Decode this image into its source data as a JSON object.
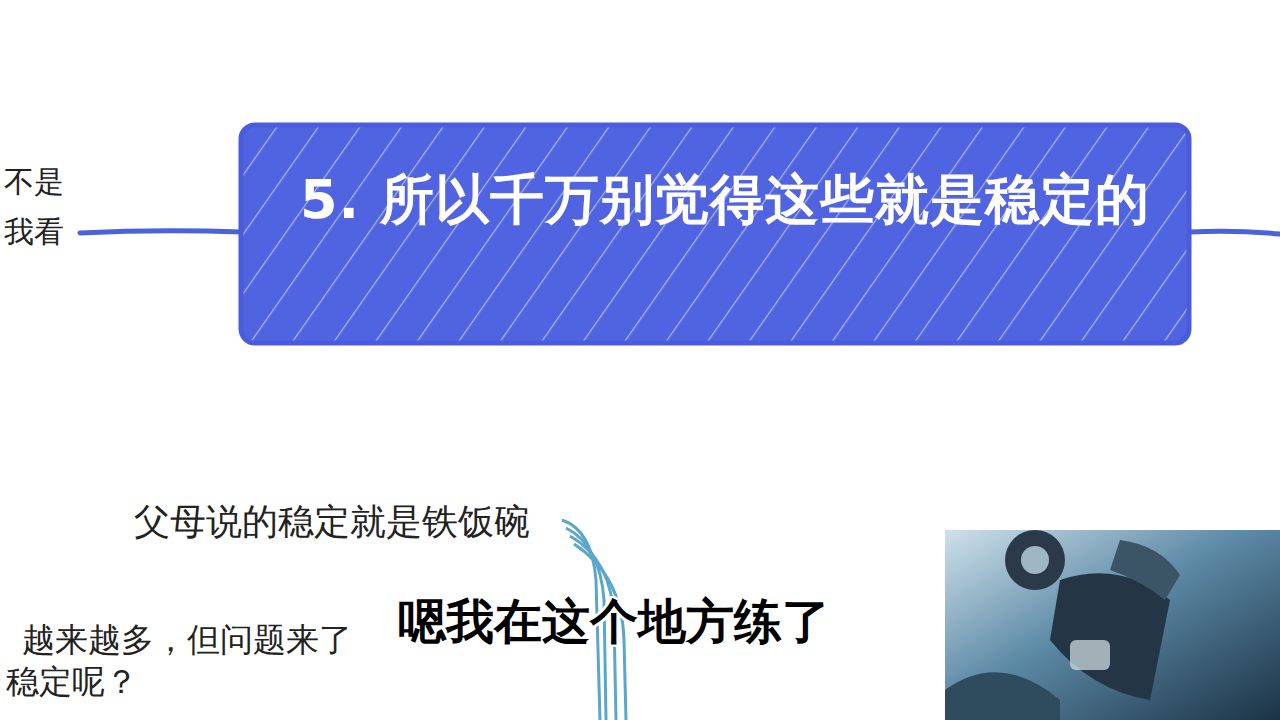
{
  "diagram": {
    "nodes": [
      {
        "text": [
          "5. 所以千万别觉得这些就是稳定的"
        ]
      }
    ],
    "labels": [
      "不是",
      "我看",
      "父母说的稳定就是铁饭碗",
      "越来越多，但问题来了",
      "稳定呢？",
      "嗯我在这个地方练了"
    ]
  }
}
